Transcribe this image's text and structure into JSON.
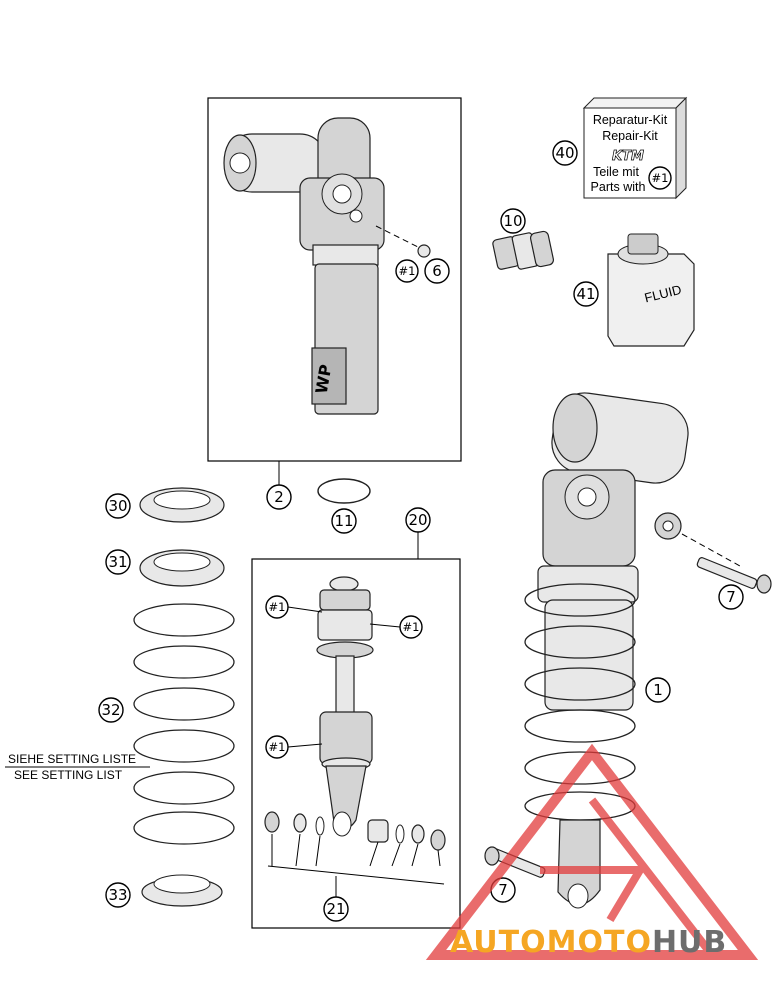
{
  "diagram": {
    "callouts": {
      "c1": "1",
      "c2": "2",
      "c6": "6",
      "c7a": "7",
      "c7b": "7",
      "c10": "10",
      "c11": "11",
      "c20": "20",
      "c21": "21",
      "c30": "30",
      "c31": "31",
      "c32": "32",
      "c33": "33",
      "c40": "40",
      "c41": "41",
      "h1a": "#1",
      "h1b": "#1",
      "h1c": "#1",
      "h1d": "#1",
      "h1e": "#1"
    },
    "repair_kit": {
      "line1": "Reparatur-Kit",
      "line2": "Repair-Kit",
      "logo": "KTM",
      "line3": "Teile mit",
      "line4": "Parts with"
    },
    "fluid_can": {
      "label": "FLUID"
    },
    "setting_note": {
      "de": "SIEHE SETTING LISTE",
      "en": "SEE SETTING LIST"
    },
    "shock_brand": "WP",
    "watermark": {
      "part1": "AUTO",
      "part2": "MOTO",
      "part3": "HUB"
    },
    "colors": {
      "watermark_orange": "#f5a623",
      "watermark_gray": "#6d6d6d",
      "watermark_red": "#e23b3b"
    }
  }
}
